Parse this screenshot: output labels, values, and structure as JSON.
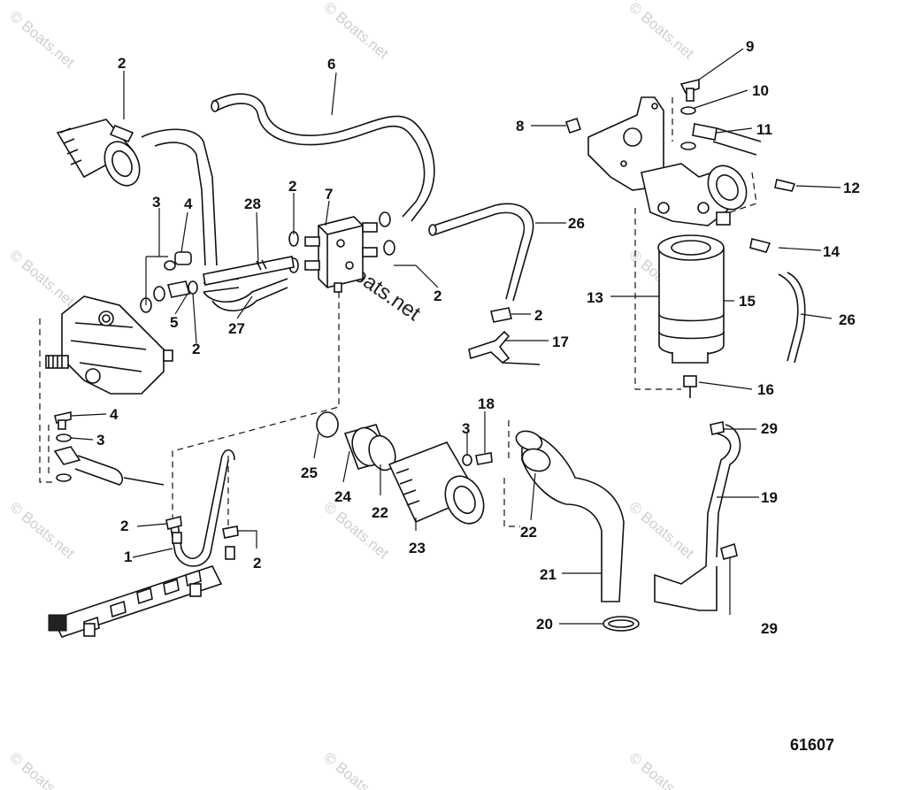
{
  "diagram": {
    "drawing_number": "61607",
    "watermark": "© Boats.net",
    "center_watermark": "Boats.net",
    "callouts": [
      {
        "id": "c2a",
        "label": "2"
      },
      {
        "id": "c6",
        "label": "6"
      },
      {
        "id": "c9",
        "label": "9"
      },
      {
        "id": "c10",
        "label": "10"
      },
      {
        "id": "c11",
        "label": "11"
      },
      {
        "id": "c8",
        "label": "8"
      },
      {
        "id": "c12",
        "label": "12"
      },
      {
        "id": "c3a",
        "label": "3"
      },
      {
        "id": "c4a",
        "label": "4"
      },
      {
        "id": "c28",
        "label": "28"
      },
      {
        "id": "c2b",
        "label": "2"
      },
      {
        "id": "c7",
        "label": "7"
      },
      {
        "id": "c26a",
        "label": "26"
      },
      {
        "id": "c14",
        "label": "14"
      },
      {
        "id": "c2c",
        "label": "2"
      },
      {
        "id": "c13",
        "label": "13"
      },
      {
        "id": "c15",
        "label": "15"
      },
      {
        "id": "c5",
        "label": "5"
      },
      {
        "id": "c27",
        "label": "27"
      },
      {
        "id": "c2d",
        "label": "2"
      },
      {
        "id": "c2e",
        "label": "2"
      },
      {
        "id": "c26b",
        "label": "26"
      },
      {
        "id": "c17",
        "label": "17"
      },
      {
        "id": "c16",
        "label": "16"
      },
      {
        "id": "c4b",
        "label": "4"
      },
      {
        "id": "c3b",
        "label": "3"
      },
      {
        "id": "c18",
        "label": "18"
      },
      {
        "id": "c3c",
        "label": "3"
      },
      {
        "id": "c29a",
        "label": "29"
      },
      {
        "id": "c25",
        "label": "25"
      },
      {
        "id": "c24",
        "label": "24"
      },
      {
        "id": "c22a",
        "label": "22"
      },
      {
        "id": "c19",
        "label": "19"
      },
      {
        "id": "c2f",
        "label": "2"
      },
      {
        "id": "c22b",
        "label": "22"
      },
      {
        "id": "c23",
        "label": "23"
      },
      {
        "id": "c1",
        "label": "1"
      },
      {
        "id": "c2g",
        "label": "2"
      },
      {
        "id": "c21",
        "label": "21"
      },
      {
        "id": "c20",
        "label": "20"
      },
      {
        "id": "c29b",
        "label": "29"
      }
    ]
  }
}
